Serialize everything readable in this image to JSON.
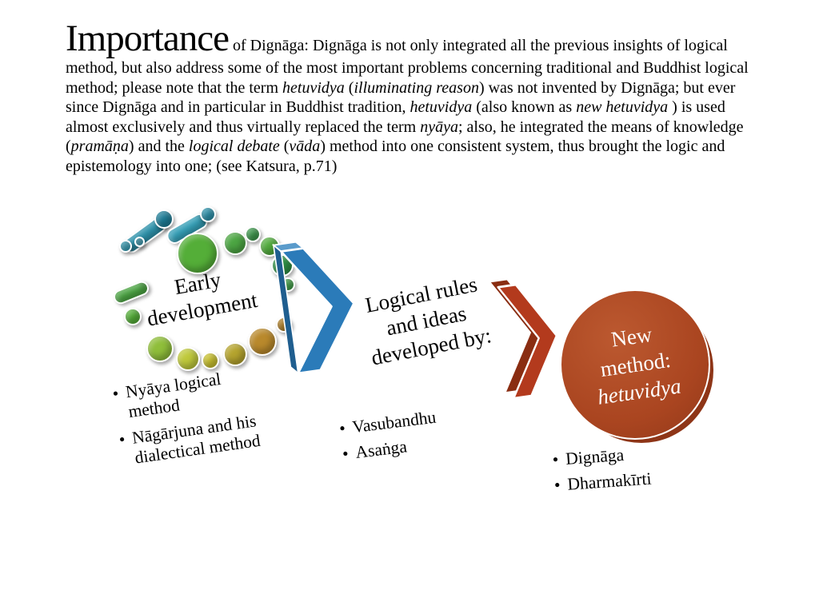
{
  "intro": {
    "title_word": "Importance",
    "segments": [
      {
        "t": " of Dignāga: Dignāga is not only integrated all the previous insights of logical method, but also address some of the most important problems concerning traditional and Buddhist logical method; please note that the term "
      },
      {
        "t": "hetuvidya",
        "i": true
      },
      {
        "t": " ("
      },
      {
        "t": "illuminating reason",
        "i": true
      },
      {
        "t": ") was not invented by Dignāga; but ever since Dignāga and in particular in Buddhist tradition, "
      },
      {
        "t": "hetuvidya",
        "i": true
      },
      {
        "t": " (also known as "
      },
      {
        "t": "new hetuvidya",
        "i": true
      },
      {
        "t": " ) is used almost exclusively and thus virtually replaced the term "
      },
      {
        "t": "nyāya",
        "i": true
      },
      {
        "t": "; also, he integrated the means of knowledge ("
      },
      {
        "t": "pramāṇa",
        "i": true
      },
      {
        "t": ") and the "
      },
      {
        "t": "logical debate",
        "i": true
      },
      {
        "t": " ("
      },
      {
        "t": "vāda",
        "i": true
      },
      {
        "t": ") method into one consistent system, thus brought the logic and epistemology into one; (see Katsura, p.71)"
      }
    ]
  },
  "diagram": {
    "stage1": {
      "label": "Early\ndevelopment",
      "bullets": [
        "Nyāya logical\nmethod",
        "Nāgārjuna and his\ndialectical method"
      ]
    },
    "stage2": {
      "label": "Logical rules\nand ideas\ndeveloped by:",
      "bullets": [
        "Vasubandhu",
        "Asaṅga"
      ]
    },
    "stage3": {
      "label_segments": [
        {
          "t": "New\nmethod:\n"
        },
        {
          "t": "hetuvidya",
          "i": true
        }
      ],
      "bullets": [
        "Dignāga",
        "Dharmakīrti"
      ]
    },
    "bullet_glyph": "•",
    "colors": {
      "blue_arrow": "#2B7BB9",
      "blue_arrow_light": "#5A9BCB",
      "blue_arrow_dark": "#1F5E8F",
      "red_arrow": "#B33A1D",
      "red_arrow_dark": "#8A2D12",
      "circle_fill": "#AA4520",
      "teal": "#2E93AC",
      "green": "#54AE38",
      "yellow_green": "#8FBE3A",
      "yellow": "#BFC93B",
      "olive": "#B5A42E",
      "gold": "#B9892C"
    }
  }
}
